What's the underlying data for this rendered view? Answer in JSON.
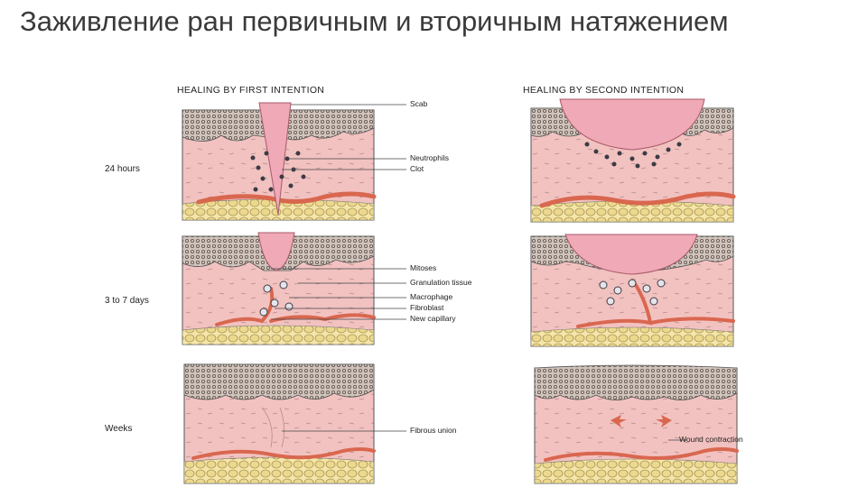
{
  "title": "Заживление ран первичным и вторичным натяжением",
  "columns": {
    "first": "HEALING BY FIRST INTENTION",
    "second": "HEALING BY SECOND INTENTION"
  },
  "rows": [
    "24 hours",
    "3 to 7 days",
    "Weeks"
  ],
  "callouts": {
    "scab": "Scab",
    "neutrophils": "Neutrophils",
    "clot": "Clot",
    "mitoses": "Mitoses",
    "granulation": "Granulation tissue",
    "macrophage": "Macrophage",
    "fibroblast": "Fibroblast",
    "capillary": "New capillary",
    "fibrous_union": "Fibrous union",
    "wound_contraction": "Wound contraction"
  },
  "colors": {
    "dermis": "#f2c2c0",
    "epidermis": "#9a8a80",
    "fat": "#ecd98e",
    "vessel": "#d9674f",
    "wound": "#f0a9b6",
    "cell": "#3b3b45"
  }
}
